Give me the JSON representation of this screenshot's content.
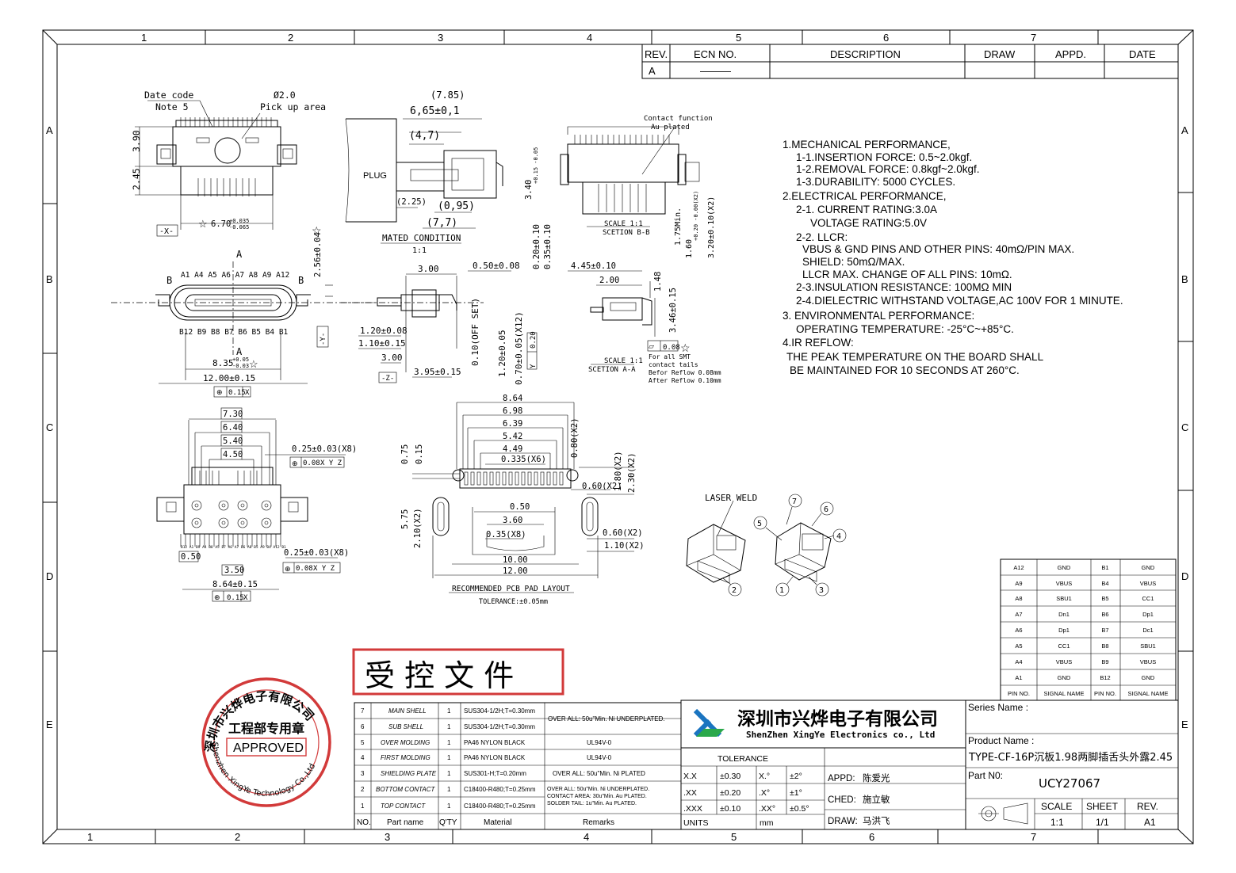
{
  "frame": {
    "top_cols": [
      "1",
      "2",
      "3",
      "4",
      "5",
      "6",
      "7"
    ],
    "bottom_cols": [
      "1",
      "2",
      "3",
      "4",
      "5",
      "6",
      "7"
    ],
    "rows": [
      "A",
      "B",
      "C",
      "D",
      "E"
    ]
  },
  "rev_table": {
    "headers": [
      "REV.",
      "ECN NO.",
      "DESCRIPTION",
      "DRAW",
      "APPD.",
      "DATE"
    ],
    "row": [
      "A",
      "———",
      "",
      "",
      "",
      ""
    ]
  },
  "notes": [
    "1.MECHANICAL PERFORMANCE,",
    "1-1.INSERTION FORCE: 0.5~2.0kgf.",
    "1-2.REMOVAL FORCE: 0.8kgf~2.0kgf.",
    "1-3.DURABILITY: 5000 CYCLES.",
    "2.ELECTRICAL PERFORMANCE,",
    "2-1. CURRENT RATING:3.0A",
    "VOLTAGE RATING:5.0V",
    "2-2. LLCR:",
    "VBUS & GND PINS AND OTHER PINS: 40mΩ/PIN MAX.",
    "SHIELD: 50mΩ/MAX.",
    "LLCR MAX. CHANGE OF ALL PINS: 10mΩ.",
    "2-3.INSULATION RESISTANCE: 100MΩ  MIN",
    "2-4.DIELECTRIC WITHSTAND VOLTAGE,AC 100V FOR 1 MINUTE.",
    "3. ENVIRONMENTAL PERFORMANCE:",
    "OPERATING TEMPERATURE: -25°C~+85°C.",
    "4.IR REFLOW:",
    "THE PEAK TEMPERATURE ON THE BOARD SHALL",
    "BE MAINTAINED FOR 10 SECONDS AT 260°C."
  ],
  "top_view": {
    "date_code": "Date code",
    "note5": "Note 5",
    "dia": "Ø2.0",
    "pick": "Pick up area",
    "d390": "3.90",
    "d245": "2.45",
    "datum_x": "-X-",
    "w670": "6.70",
    "w670_tol_p": "+0.035",
    "w670_tol_m": "-0.065"
  },
  "mated": {
    "d785": "(7.85)",
    "d665": "6,65±0,1",
    "d47": "(4,7)",
    "plug": "PLUG",
    "d225": "(2.25)",
    "d095": "(0,95)",
    "d77": "(7,7)",
    "title": "MATED CONDITION",
    "scale": "1:1"
  },
  "section_bb": {
    "contact_fn": "Contact function",
    "au": "Au plated",
    "d340": "3.40",
    "d340_tol": "+0.15 -0.05",
    "scale": "SCALE 1:1",
    "title": "SCETION B-B",
    "d020": "0.20±0.10",
    "d035": "0.35±0.10",
    "d175": "1.75Min.",
    "d160": "1.60",
    "d160_tol": "+0.20 -0.00(X2)",
    "d320": "3.20±0.10(X2)"
  },
  "front_view": {
    "pins_top": "A1 A4 A5 A6 A7 A8 A9 A12",
    "pins_bot": "B12 B9 B8 B7 B6 B5 B4 B1",
    "label_a": "A",
    "label_b": "B",
    "d256": "2.56±0.04",
    "datum_y": "-Y-",
    "d835": "8.35",
    "d835_tol_p": "+0.05",
    "d835_tol_m": "-0.03",
    "d1200": "12.00±0.15",
    "tol_pos": "0.15",
    "tol_ref": "X"
  },
  "side_view": {
    "d300": "3.00",
    "d050": "0.50±0.08",
    "d120a": "1.20±0.08",
    "d110": "1.10±0.15",
    "d300b": "3.00",
    "datum_z": "-Z-",
    "d395": "3.95±0.15",
    "off_set": "0.10(OFF SET)",
    "d120b": "1.20±0.05",
    "d070": "0.70±0.05(X12)",
    "flat": "0.20",
    "flat_ref": "Y"
  },
  "section_aa": {
    "d445": "4.45±0.10",
    "d200": "2.00",
    "d148": "1.48",
    "d346": "3.46±0.15",
    "flat": "0.08",
    "smt1": "For all SMT",
    "smt2": "contact tails",
    "smt3": "Befor Reflow 0.08mm",
    "smt4": "After Reflow 0.10mm",
    "scale": "SCALE 1:1",
    "title": "SCETION A-A"
  },
  "bottom_view": {
    "d730": "7.30",
    "d640": "6.40",
    "d540": "5.40",
    "d450": "4.50",
    "d025a": "0.25±0.03(X8)",
    "tol_a": "0.08",
    "ref_a": "X Y Z",
    "pinrow": "B12 A1 B9 A4 B8 A5 B7 A6 A7 B6 A8 B5 A9 B4 A12 B1",
    "d050": "0.50",
    "d025b": "0.25±0.03(X8)",
    "d350": "3.50",
    "tol_b": "0.08",
    "ref_b": "X Y Z",
    "d864": "8.64±0.15",
    "tol_c": "0.15",
    "ref_c": "X"
  },
  "pcb": {
    "d864": "8.64",
    "d698": "6.98",
    "d639": "6.39",
    "d542": "5.42",
    "d449": "4.49",
    "d0335": "0.335(X6)",
    "d075": "0.75",
    "d015": "0.15",
    "d080": "0.80(X2)",
    "d180": "1.80(X2)",
    "d230": "2.30(X2)",
    "d060a": "0.60(X2)",
    "d050": "0.50",
    "d360": "3.60",
    "d035": "0.35(X8)",
    "d575": "5.75",
    "d210": "2.10(X2)",
    "d060b": "0.60(X2)",
    "d110": "1.10(X2)",
    "d1000": "10.00",
    "d1200": "12.00",
    "title": "RECOMMENDED PCB PAD LAYOUT",
    "tol": "TOLERANCE:±0.05mm"
  },
  "iso": {
    "laser": "LASER WELD",
    "b1": "1",
    "b2": "2",
    "b3": "3",
    "b4": "4",
    "b5": "5",
    "b6": "6",
    "b7": "7"
  },
  "pin_table": {
    "rows": [
      [
        "A12",
        "GND",
        "B1",
        "GND"
      ],
      [
        "A9",
        "VBUS",
        "B4",
        "VBUS"
      ],
      [
        "A8",
        "SBU1",
        "B5",
        "CC1"
      ],
      [
        "A7",
        "Dn1",
        "B6",
        "Dp1"
      ],
      [
        "A6",
        "Dp1",
        "B7",
        "Dc1"
      ],
      [
        "A5",
        "CC1",
        "B8",
        "SBU1"
      ],
      [
        "A4",
        "VBUS",
        "B9",
        "VBUS"
      ],
      [
        "A1",
        "GND",
        "B12",
        "GND"
      ]
    ],
    "header": [
      "PIN NO.",
      "SIGNAL NAME",
      "PIN NO.",
      "SIGNAL NAME"
    ]
  },
  "stamp_controlled": "受 控 文 件",
  "seal": {
    "ring": "深圳市兴烨电子有限公司",
    "ring_en": "Shenzhen XingYe Technology Co.,Ltd",
    "dept": "工程部专用章",
    "approved": "APPROVED"
  },
  "bom": {
    "rows": [
      [
        "7",
        "MAIN SHELL",
        "1",
        "SUS304-1/2H;T=0.30mm"
      ],
      [
        "6",
        "SUB SHELL",
        "1",
        "SUS304-1/2H;T=0.30mm"
      ],
      [
        "5",
        "OVER MOLDING",
        "1",
        "PA46 NYLON BLACK"
      ],
      [
        "4",
        "FIRST MOLDING",
        "1",
        "PA46 NYLON BLACK"
      ],
      [
        "3",
        "SHIELDING PLATE",
        "1",
        "SUS301-H;T=0.20mm"
      ],
      [
        "2",
        "BOTTOM CONTACT",
        "1",
        "C18400-R480;T=0.25mm"
      ],
      [
        "1",
        "TOP CONTACT",
        "1",
        "C18400-R480;T=0.25mm"
      ]
    ],
    "remarks": {
      "r76": "OVER ALL: 50u\"Min. Ni UNDERPLATED.",
      "r5": "UL94V-0",
      "r4": "UL94V-0",
      "r3": "OVER ALL: 50u\"Min. Ni PLATED",
      "r21a": "OVER ALL: 50u\"Min. Ni UNDERPLATED.",
      "r21b": "CONTACT AREA: 30u\"Min. Au PLATED.",
      "r21c": "SOLDER TAIL: 1u\"Min. Au PLATED."
    },
    "header": [
      "NO.",
      "Part name",
      "Q'TY",
      "Material",
      "Remarks"
    ]
  },
  "company": {
    "cn": "深圳市兴烨电子有限公司",
    "en": "ShenZhen XingYe Electronics co., Ltd"
  },
  "tolerance": {
    "title": "TOLERANCE",
    "rows": [
      [
        "X.X",
        "±0.30",
        "X.°",
        "±2°"
      ],
      [
        ".XX",
        "±0.20",
        ".X°",
        "±1°"
      ],
      [
        ".XXX",
        "±0.10",
        ".XX°",
        "±0.5°"
      ]
    ],
    "units": "UNITS",
    "mm": "mm"
  },
  "sign": {
    "appd": "APPD:",
    "appd_name": "陈爱光",
    "ched": "CHED:",
    "ched_name": "施立敏",
    "draw": "DRAW:",
    "draw_name": "马洪飞"
  },
  "title_block": {
    "series_label": "Series Name :",
    "product_label": "Product Name :",
    "product_name": "TYPE-CF-16P沉板1.98两脚插舌头外露2.45",
    "part_label": "Part N0:",
    "part_no": "UCY27067",
    "scale_h": "SCALE",
    "sheet_h": "SHEET",
    "rev_h": "REV.",
    "scale": "1:1",
    "sheet": "1/1",
    "rev": "A1"
  },
  "colors": {
    "stamp_red": "#d23a3a",
    "logo_blue": "#1a74c0",
    "logo_green": "#2aa84a",
    "company_blue": "#1a74c0"
  }
}
